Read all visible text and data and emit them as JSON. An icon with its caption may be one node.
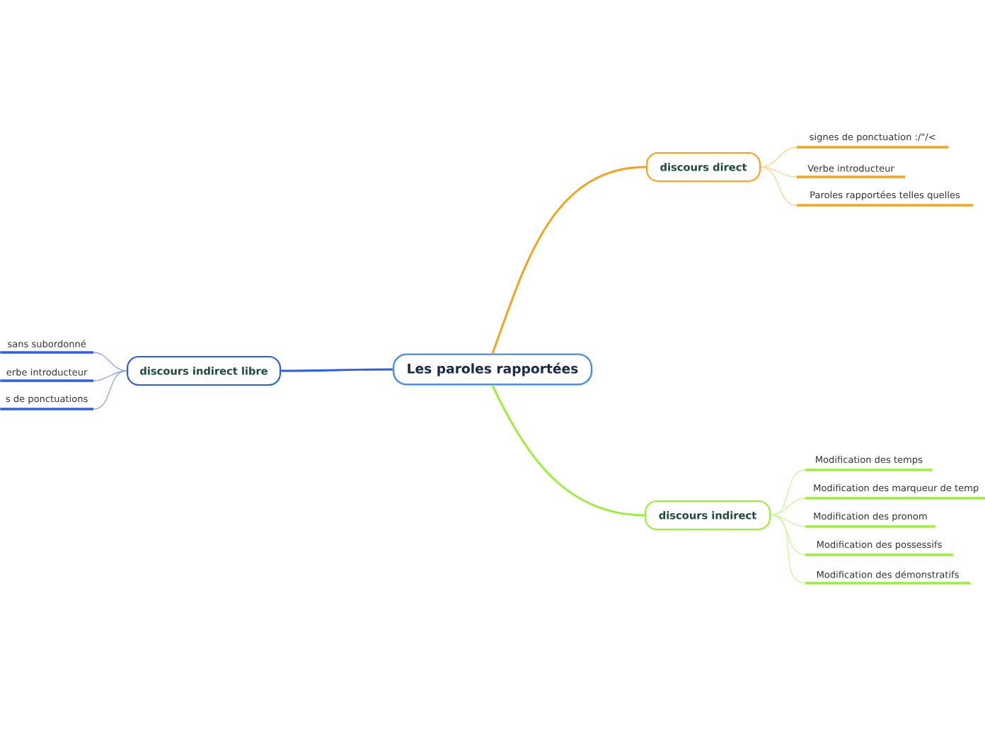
{
  "diagram": {
    "nodes": [
      {
        "text": [
          "Les paroles rapportées"
        ]
      },
      {
        "text": [
          "discours direct"
        ]
      },
      {
        "text": [
          "signes de ponctuation :/\"/<"
        ]
      },
      {
        "text": [
          "Verbe introducteur"
        ]
      },
      {
        "text": [
          "Paroles rapportées telles quelles"
        ]
      },
      {
        "text": [
          "discours indirect"
        ]
      },
      {
        "text": [
          "Modification des temps"
        ]
      },
      {
        "text": [
          "Modification des marqueur de temp"
        ]
      },
      {
        "text": [
          "Modification des pronom"
        ]
      },
      {
        "text": [
          "Modification des possessifs"
        ]
      },
      {
        "text": [
          "Modification des démonstratifs"
        ]
      },
      {
        "text": [
          "discours indirect libre"
        ]
      },
      {
        "text": [
          "sans subordonné"
        ]
      },
      {
        "text": [
          "erbe introducteur"
        ]
      },
      {
        "text": [
          "s de ponctuations"
        ]
      }
    ],
    "edges": [
      {
        "from": 0,
        "to": 1,
        "arrow": "none",
        "color": "#f7a21b"
      },
      {
        "from": 1,
        "to": 2,
        "arrow": "none",
        "color": "#fcd48c"
      },
      {
        "from": 1,
        "to": 3,
        "arrow": "none",
        "color": "#fcd48c"
      },
      {
        "from": 1,
        "to": 4,
        "arrow": "none",
        "color": "#fcd48c"
      },
      {
        "from": 0,
        "to": 5,
        "arrow": "none",
        "color": "#9bef3a"
      },
      {
        "from": 5,
        "to": 6,
        "arrow": "none",
        "color": "#c8f79a"
      },
      {
        "from": 5,
        "to": 7,
        "arrow": "none",
        "color": "#c8f79a"
      },
      {
        "from": 5,
        "to": 8,
        "arrow": "none",
        "color": "#c8f79a"
      },
      {
        "from": 5,
        "to": 9,
        "arrow": "none",
        "color": "#c8f79a"
      },
      {
        "from": 5,
        "to": 10,
        "arrow": "none",
        "color": "#c8f79a"
      },
      {
        "from": 0,
        "to": 11,
        "arrow": "none",
        "color": "#2a5ee8"
      },
      {
        "from": 11,
        "to": 12,
        "arrow": "none",
        "color": "#8fa8f0"
      },
      {
        "from": 11,
        "to": 13,
        "arrow": "none",
        "color": "#8fa8f0"
      },
      {
        "from": 11,
        "to": 14,
        "arrow": "none",
        "color": "#8fa8f0"
      }
    ]
  }
}
